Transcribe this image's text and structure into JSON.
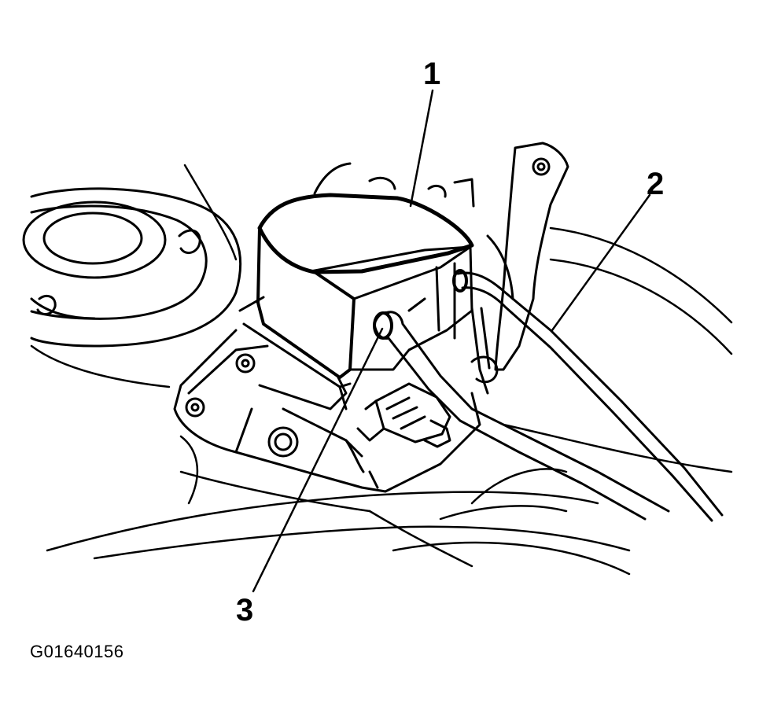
{
  "callouts": [
    {
      "label": "1"
    },
    {
      "label": "2"
    },
    {
      "label": "3"
    }
  ],
  "figure_id": "G01640156",
  "colors": {
    "line": "#000000",
    "background": "#ffffff"
  }
}
